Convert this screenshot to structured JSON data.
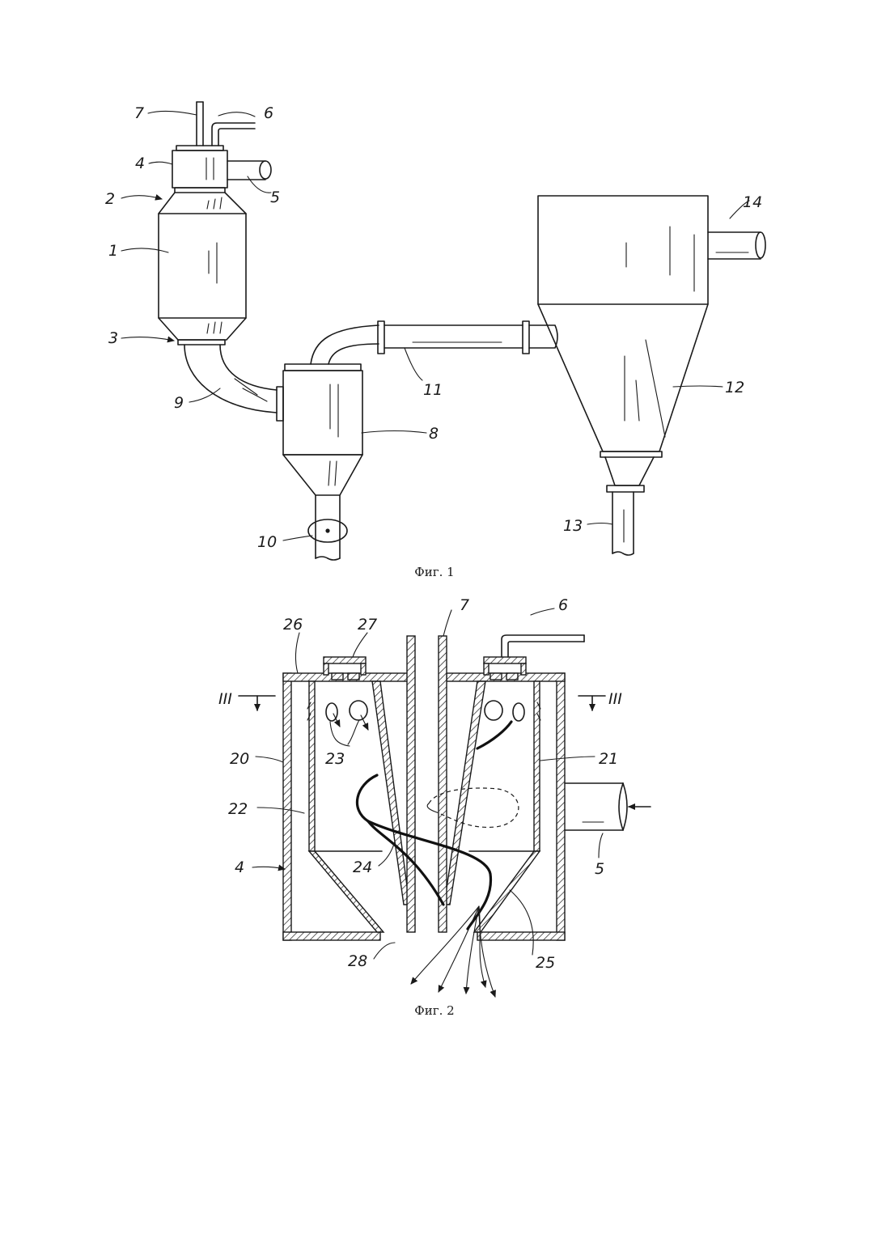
{
  "figure1": {
    "caption": "Фиг. 1",
    "labels": [
      "1",
      "2",
      "3",
      "4",
      "5",
      "6",
      "7",
      "8",
      "9",
      "10",
      "11",
      "12",
      "13",
      "14"
    ]
  },
  "figure2": {
    "caption": "Фиг. 2",
    "labels": [
      "4",
      "5",
      "6",
      "7",
      "20",
      "21",
      "22",
      "23",
      "24",
      "25",
      "26",
      "27",
      "28"
    ],
    "section_mark": "III"
  }
}
